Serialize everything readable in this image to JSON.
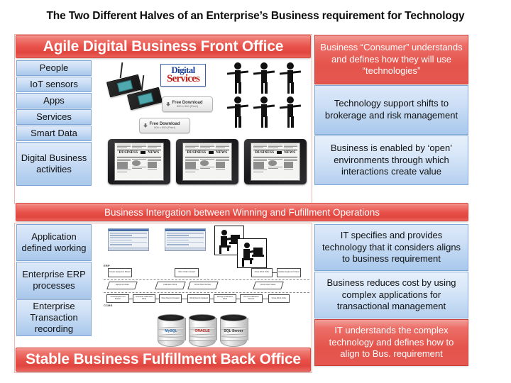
{
  "title": "The Two Different Halves of an Enterprise’s Business requirement for Technology",
  "top_section": {
    "header": "Agile Digital Business Front Office",
    "left_items": [
      "People",
      "IoT sensors",
      "Apps",
      "Services",
      "Smart Data",
      "Digital Business activities"
    ],
    "right_items": [
      {
        "text": "Business “Consumer” understands and defines how they will use “technologies”",
        "style": "red"
      },
      {
        "text": "Technology support shifts to brokerage and risk management",
        "style": "blue"
      },
      {
        "text": "Business is enabled by ‘open’ environments through which interactions create value",
        "style": "blue"
      }
    ],
    "art": {
      "logo_line1": "Digital",
      "logo_line2": "Services",
      "download_label": "Free Download",
      "download_sub": "500 x 500 (Pixel)",
      "tablet_headline_left": "BUSINESS",
      "tablet_headline_right": "NEWS"
    }
  },
  "divider": {
    "text": "Business Intergation between Winning and Fufillment Operations"
  },
  "bottom_section": {
    "footer": "Stable Business Fulfillment Back Office",
    "left_items": [
      "Application defined working",
      "Enterprise ERP processes",
      "Enterprise Transaction recording"
    ],
    "right_items": [
      {
        "text": "IT specifies and provides technology that it considers aligns to business requirement",
        "style": "blue"
      },
      {
        "text": "Business reduces cost by using complex applications for transactional management",
        "style": "blue"
      },
      {
        "text": "IT understands the complex technology and defines how to align to Bus. requirement",
        "style": "red"
      }
    ],
    "flowchart": {
      "swimlane_top": "ERP",
      "swimlane_bottom": "CCMS",
      "top_row": [
        "Create Equipment Master",
        "Work Order Created",
        "Close Work Order",
        "Update Equipment Status"
      ],
      "middle_row": [
        "Equipment Data",
        "Calibration Work",
        "Work Order Number",
        "Work Order Status"
      ],
      "bottom_row": [
        "Create Equipment Master",
        "Schedule Calibration Work",
        "Work Record Created",
        "Work Record Updated",
        "Manage Calibration Work",
        "Record Calibration Results",
        "Close Work Order"
      ]
    },
    "databases": [
      {
        "label": "MySQL",
        "color": "#2b6cb0"
      },
      {
        "label": "ORACLE",
        "color": "#c0201a"
      },
      {
        "label": "SQL Server",
        "color": "#3a3a3a"
      }
    ]
  },
  "colors": {
    "red_accent": "#e4544c",
    "blue_accent": "#b8d2f0",
    "frame": "#f2b6b2",
    "text_dark": "#0d0d0d"
  }
}
